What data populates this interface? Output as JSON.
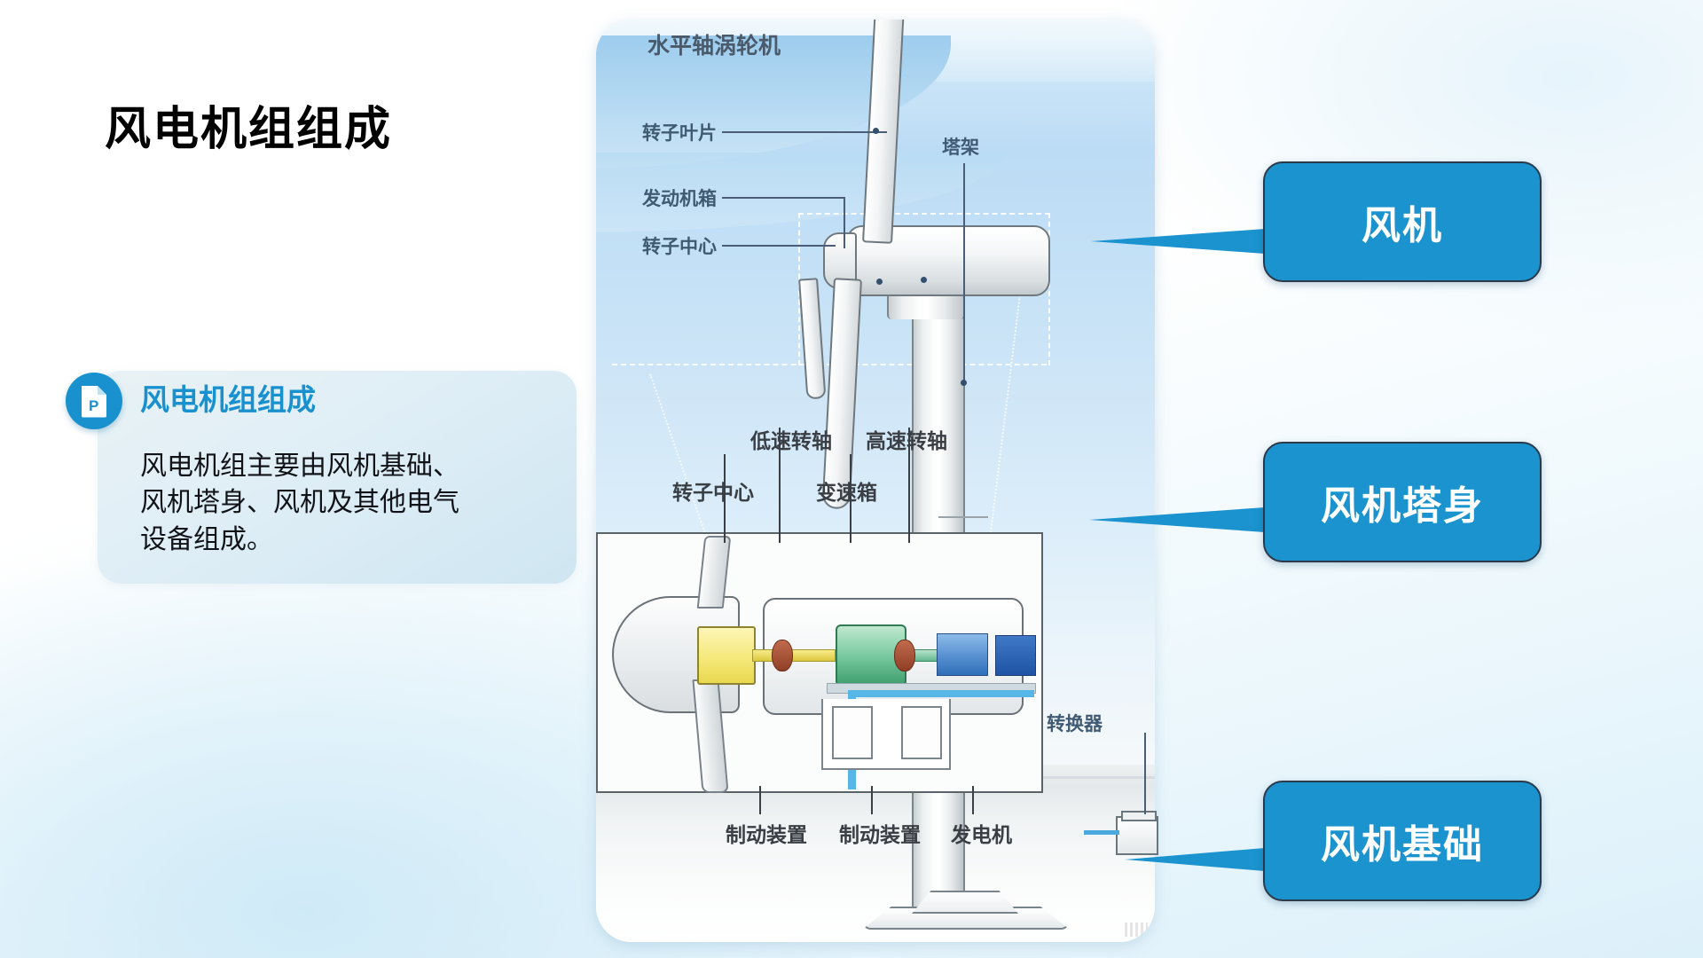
{
  "slide": {
    "title": "风电机组组成"
  },
  "info_card": {
    "badge_icon": "document-p-icon",
    "title": "风电机组组成",
    "body_lines": [
      "风电机组主要由风机基础、",
      "风机塔身、风机及其他电气",
      "设备组成。"
    ]
  },
  "callouts": [
    {
      "label": "风机",
      "name": "callout-turbine"
    },
    {
      "label": "风机塔身",
      "name": "callout-tower"
    },
    {
      "label": "风机基础",
      "name": "callout-foundation"
    }
  ],
  "diagram": {
    "heading": "水平轴涡轮机",
    "labels": {
      "rotor_blade": "转子叶片",
      "nacelle_box": "发动机箱",
      "rotor_hub_top": "转子中心",
      "tower": "塔架",
      "low_speed_shaft": "低速转轴",
      "high_speed_shaft": "高速转轴",
      "rotor_hub_inset": "转子中心",
      "gearbox": "变速箱",
      "brake_left": "制动装置",
      "brake_right": "制动装置",
      "generator": "发电机",
      "converter": "转换器"
    }
  },
  "colors": {
    "accent_blue": "#1a93cf",
    "title_black": "#000000",
    "card_title_blue": "#1a91cf",
    "label_blue_gray": "#3f5a72"
  }
}
